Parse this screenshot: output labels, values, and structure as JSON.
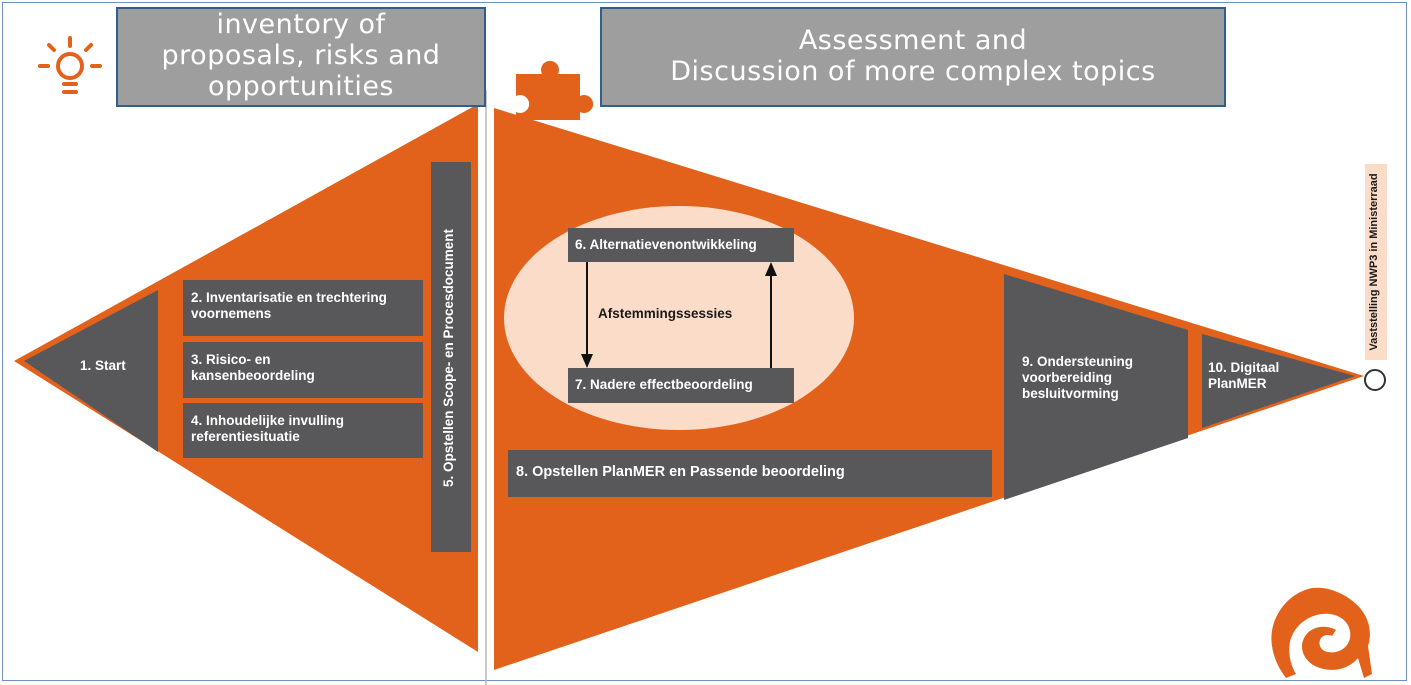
{
  "headers": {
    "left_lines": [
      "inventory of",
      "proposals, risks and",
      "opportunities"
    ],
    "right_lines": [
      "Assessment and",
      "Discussion of more complex topics"
    ]
  },
  "steps": {
    "s1": "1. Start",
    "s2": [
      "2. Inventarisatie en trechtering",
      "voornemens"
    ],
    "s3": [
      "3. Risico- en",
      "kansenbeoordeling"
    ],
    "s4": [
      "4. Inhoudelijke invulling",
      "referentiesituatie"
    ],
    "s5": "5. Opstellen Scope- en Procesdocument",
    "s6": "6. Alternatievenontwikkeling",
    "s7": "7. Nadere effectbeoordeling",
    "s8": "8. Opstellen PlanMER en Passende beoordeling",
    "s9": [
      "9. Ondersteuning",
      "voorbereiding",
      "besluitvorming"
    ],
    "s10": [
      "10. Digitaal",
      "PlanMER"
    ]
  },
  "loop_label": "Afstemmingssessies",
  "milestone": "Vaststelling NWP3 in Ministerraad",
  "icons": [
    "lightbulb-icon",
    "puzzle-piece-icon",
    "company-logo"
  ],
  "colors": {
    "orange": "#e2621b",
    "dark_box": "#58585a",
    "header_fill": "#9e9e9e",
    "header_border": "#2f5f8f",
    "ellipse": "#fbdcc8",
    "milestone_fill": "#fbdcc8"
  }
}
